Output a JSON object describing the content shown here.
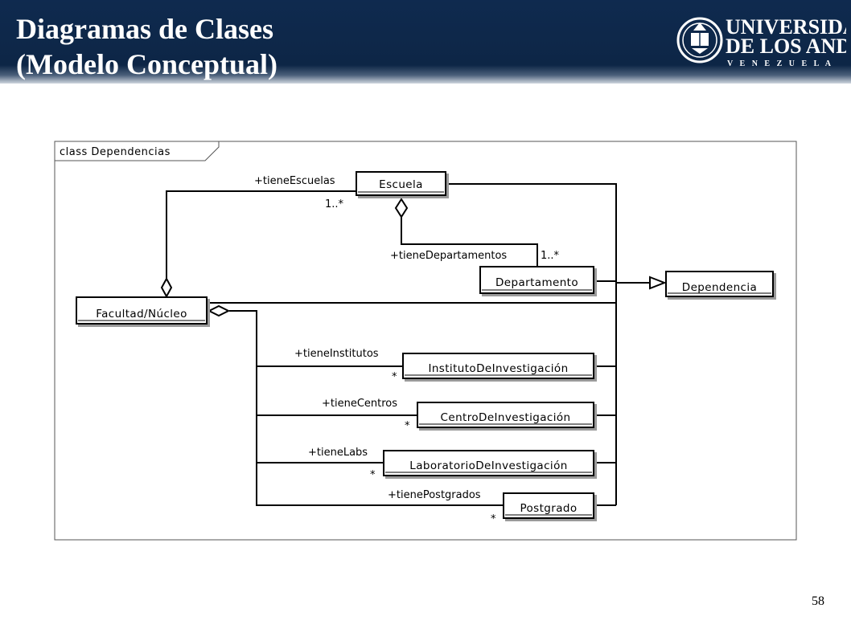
{
  "slide": {
    "title_line1": "Diagramas de Clases",
    "title_line2": "(Modelo Conceptual)",
    "page_number": "58"
  },
  "logo": {
    "line1": "UNIVERSIDAD",
    "line2": "DE LOS ANDES",
    "line3": "V E N E Z U E L A",
    "icon": "university-seal-icon"
  },
  "colors": {
    "header_bg": "#0f2a4f",
    "title_text": "#ffffff",
    "diagram_line": "#000000"
  },
  "diagram": {
    "frame_label": "class Dependencias",
    "classes": {
      "escuela": "Escuela",
      "departamento": "Departamento",
      "dependencia": "Dependencia",
      "facultad": "Facultad/Núcleo",
      "instituto": "InstitutoDeInvestigación",
      "centro": "CentroDeInvestigación",
      "laboratorio": "LaboratorioDeInvestigación",
      "postgrado": "Postgrado"
    },
    "roles": {
      "escuelas": "+tieneEscuelas",
      "departamentos": "+tieneDepartamentos",
      "institutos": "+tieneInstitutos",
      "centros": "+tieneCentros",
      "labs": "+tieneLabs",
      "postgrados": "+tienePostgrados"
    },
    "multiplicities": {
      "escuelas": "1..*",
      "departamentos": "1..*",
      "institutos": "*",
      "centros": "*",
      "labs": "*",
      "postgrados": "*"
    }
  }
}
